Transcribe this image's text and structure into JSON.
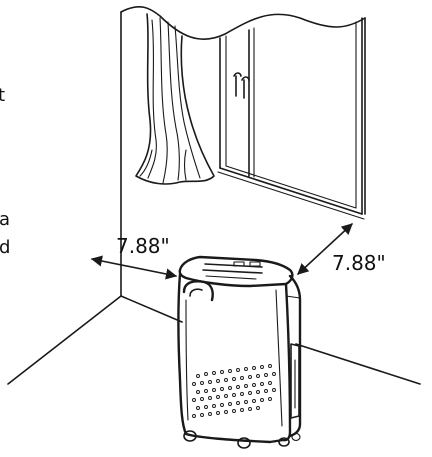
{
  "diagram": {
    "left_clearance_label": "7.88\"",
    "right_clearance_label": "7.88\"",
    "edge_text_fragments": [
      "t",
      "a",
      "d"
    ]
  },
  "colors": {
    "line": "#1a1a1a",
    "background": "#ffffff"
  }
}
